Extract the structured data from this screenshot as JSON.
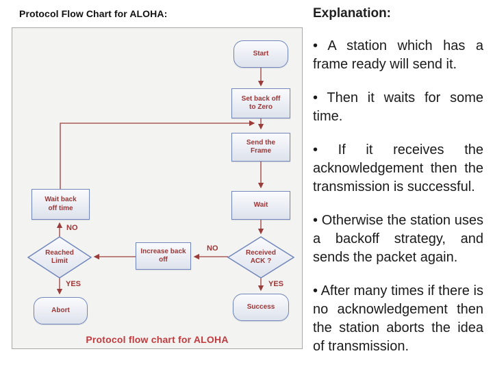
{
  "page": {
    "title": "Protocol Flow Chart for ALOHA:"
  },
  "flowchart": {
    "caption": "Protocol flow chart for ALOHA",
    "nodes": {
      "start": "Start",
      "set_backoff": "Set back off\nto Zero",
      "send_frame": "Send the\nFrame",
      "wait": "Wait",
      "received_ack": "Received\nACK ?",
      "success": "Success",
      "increase_backoff": "Increase back\noff",
      "reached_limit": "Reached\nLimit",
      "wait_backoff": "Wait back\noff time",
      "abort": "Abort"
    },
    "labels": {
      "ack_no": "NO",
      "ack_yes": "YES",
      "limit_no": "NO",
      "limit_yes": "YES"
    },
    "colors": {
      "line": "#9a3c3a",
      "node_border": "#6f85bb",
      "node_text": "#9c3535",
      "caption": "#c03a3e",
      "panel_bg": "#f3f3f1"
    }
  },
  "explanation": {
    "heading": "Explanation:",
    "bullets": [
      "• A station which has a frame ready will send it.",
      "• Then it waits for some time.",
      "• If it receives the acknowledgement then the transmission is successful.",
      "• Otherwise the station uses a backoff strategy, and sends the packet again.",
      "• After many times if there is no acknowledgement then the station aborts the idea of transmission."
    ]
  }
}
